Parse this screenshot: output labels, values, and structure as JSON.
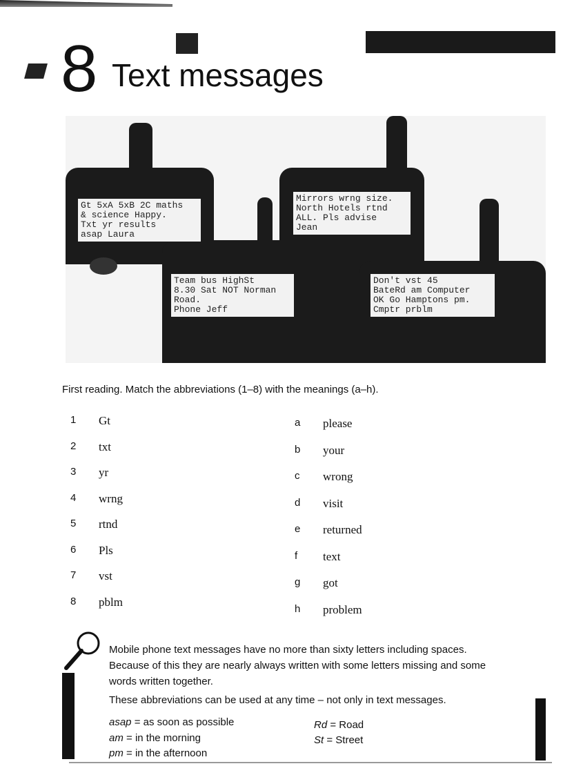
{
  "header": {
    "unit_number": "8",
    "title": "Text messages"
  },
  "messages": [
    {
      "lines": [
        "Gt 5xA 5xB 2C maths",
        "& science Happy.",
        "Txt yr results",
        "asap Laura"
      ]
    },
    {
      "lines": [
        "Mirrors wrng size.",
        "North Hotels rtnd",
        "ALL. Pls advise",
        "Jean"
      ]
    },
    {
      "lines": [
        "Team bus HighSt",
        "8.30 Sat NOT Norman",
        "Road.",
        "Phone Jeff"
      ]
    },
    {
      "lines": [
        "Don't vst 45",
        "BateRd am Computer",
        "OK Go Hamptons pm.",
        "Cmptr prblm"
      ]
    }
  ],
  "exercise": {
    "instruction": "First reading. Match the abbreviations (1–8) with the meanings (a–h).",
    "abbreviations": [
      {
        "num": "1",
        "text": "Gt"
      },
      {
        "num": "2",
        "text": "txt"
      },
      {
        "num": "3",
        "text": "yr"
      },
      {
        "num": "4",
        "text": "wrng"
      },
      {
        "num": "5",
        "text": "rtnd"
      },
      {
        "num": "6",
        "text": "Pls"
      },
      {
        "num": "7",
        "text": "vst"
      },
      {
        "num": "8",
        "text": "pblm"
      }
    ],
    "meanings": [
      {
        "letter": "a",
        "text": "please"
      },
      {
        "letter": "b",
        "text": "your"
      },
      {
        "letter": "c",
        "text": "wrong"
      },
      {
        "letter": "d",
        "text": "visit"
      },
      {
        "letter": "e",
        "text": "returned"
      },
      {
        "letter": "f",
        "text": "text"
      },
      {
        "letter": "g",
        "text": "got"
      },
      {
        "letter": "h",
        "text": "problem"
      }
    ]
  },
  "note": {
    "icon": "magnifying-glass-icon",
    "paragraph1": "Mobile phone text messages have no more than sixty letters including spaces. Because of this they are nearly always written with some letters missing and some words written together.",
    "paragraph2": "These abbreviations can be used at any time – not only in text messages.",
    "abbreviations": [
      {
        "abbr": "asap",
        "meaning": "= as soon as possible"
      },
      {
        "abbr": "am",
        "meaning": "= in the morning"
      },
      {
        "abbr": "pm",
        "meaning": "= in the afternoon"
      },
      {
        "abbr": "Rd",
        "meaning": "= Road"
      },
      {
        "abbr": "St",
        "meaning": "= Street"
      }
    ]
  }
}
